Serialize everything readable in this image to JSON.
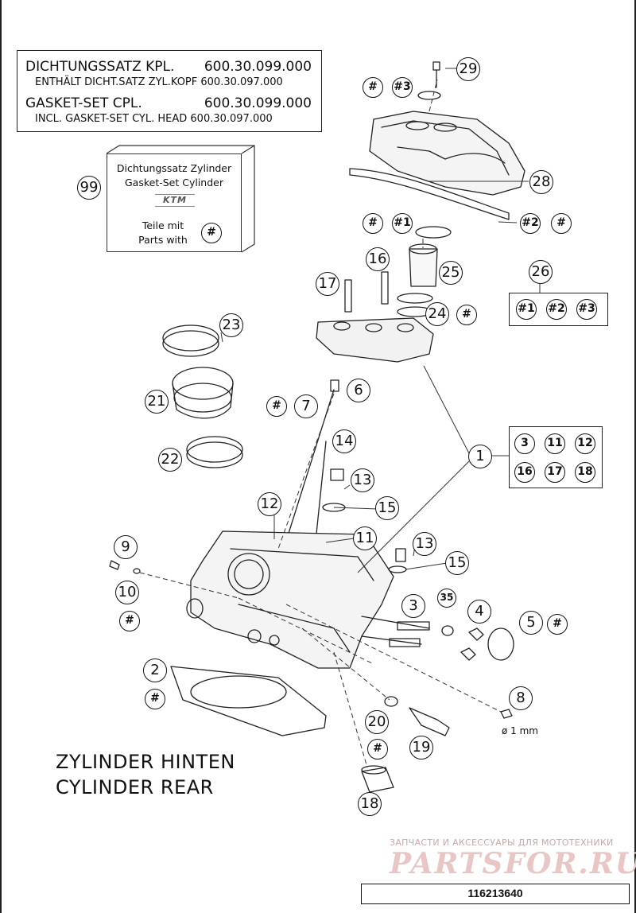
{
  "gasket_set": {
    "line1_label": "DICHTUNGSSATZ KPL.",
    "line1_number": "600.30.099.000",
    "line2": "ENTHÄLT DICHT.SATZ ZYL.KOPF 600.30.097.000",
    "line3_label": "GASKET-SET CPL.",
    "line3_number": "600.30.099.000",
    "line4": "INCL. GASKET-SET CYL. HEAD 600.30.097.000"
  },
  "kit_box": {
    "callout": "99",
    "line1": "Dichtungssatz Zylinder",
    "line2": "Gasket-Set Cylinder",
    "logo": "KTM",
    "line3": "Teile mit",
    "line4": "Parts with",
    "hash": "#"
  },
  "callouts": {
    "c1": "1",
    "c2": "2",
    "c3": "3",
    "c4": "4",
    "c5": "5",
    "c6": "6",
    "c7": "7",
    "c8": "8",
    "c9": "9",
    "c10": "10",
    "c11": "11",
    "c12": "12",
    "c13a": "13",
    "c13b": "13",
    "c14": "14",
    "c15a": "15",
    "c15b": "15",
    "c16": "16",
    "c17": "17",
    "c18": "18",
    "c19": "19",
    "c20": "20",
    "c21": "21",
    "c22": "22",
    "c23": "23",
    "c24": "24",
    "c25": "25",
    "c26": "26",
    "c28": "28",
    "c29": "29",
    "c35": "35"
  },
  "hash_marks": {
    "h": "#",
    "h1": "#1",
    "h2": "#2",
    "h3": "#3"
  },
  "kit26": [
    "#1",
    "#2",
    "#3"
  ],
  "kit1": [
    "3",
    "11",
    "12",
    "16",
    "17",
    "18"
  ],
  "diameter_label": "ø 1 mm",
  "cylinder_title_de": "ZYLINDER HINTEN",
  "cylinder_title_en": "CYLINDER REAR",
  "watermark_top": "ЗАПЧАСТИ И АКСЕССУАРЫ ДЛЯ МОТОТЕХНИКИ",
  "watermark_logo": "PARTSFOR.RU",
  "part_number": "116213640"
}
